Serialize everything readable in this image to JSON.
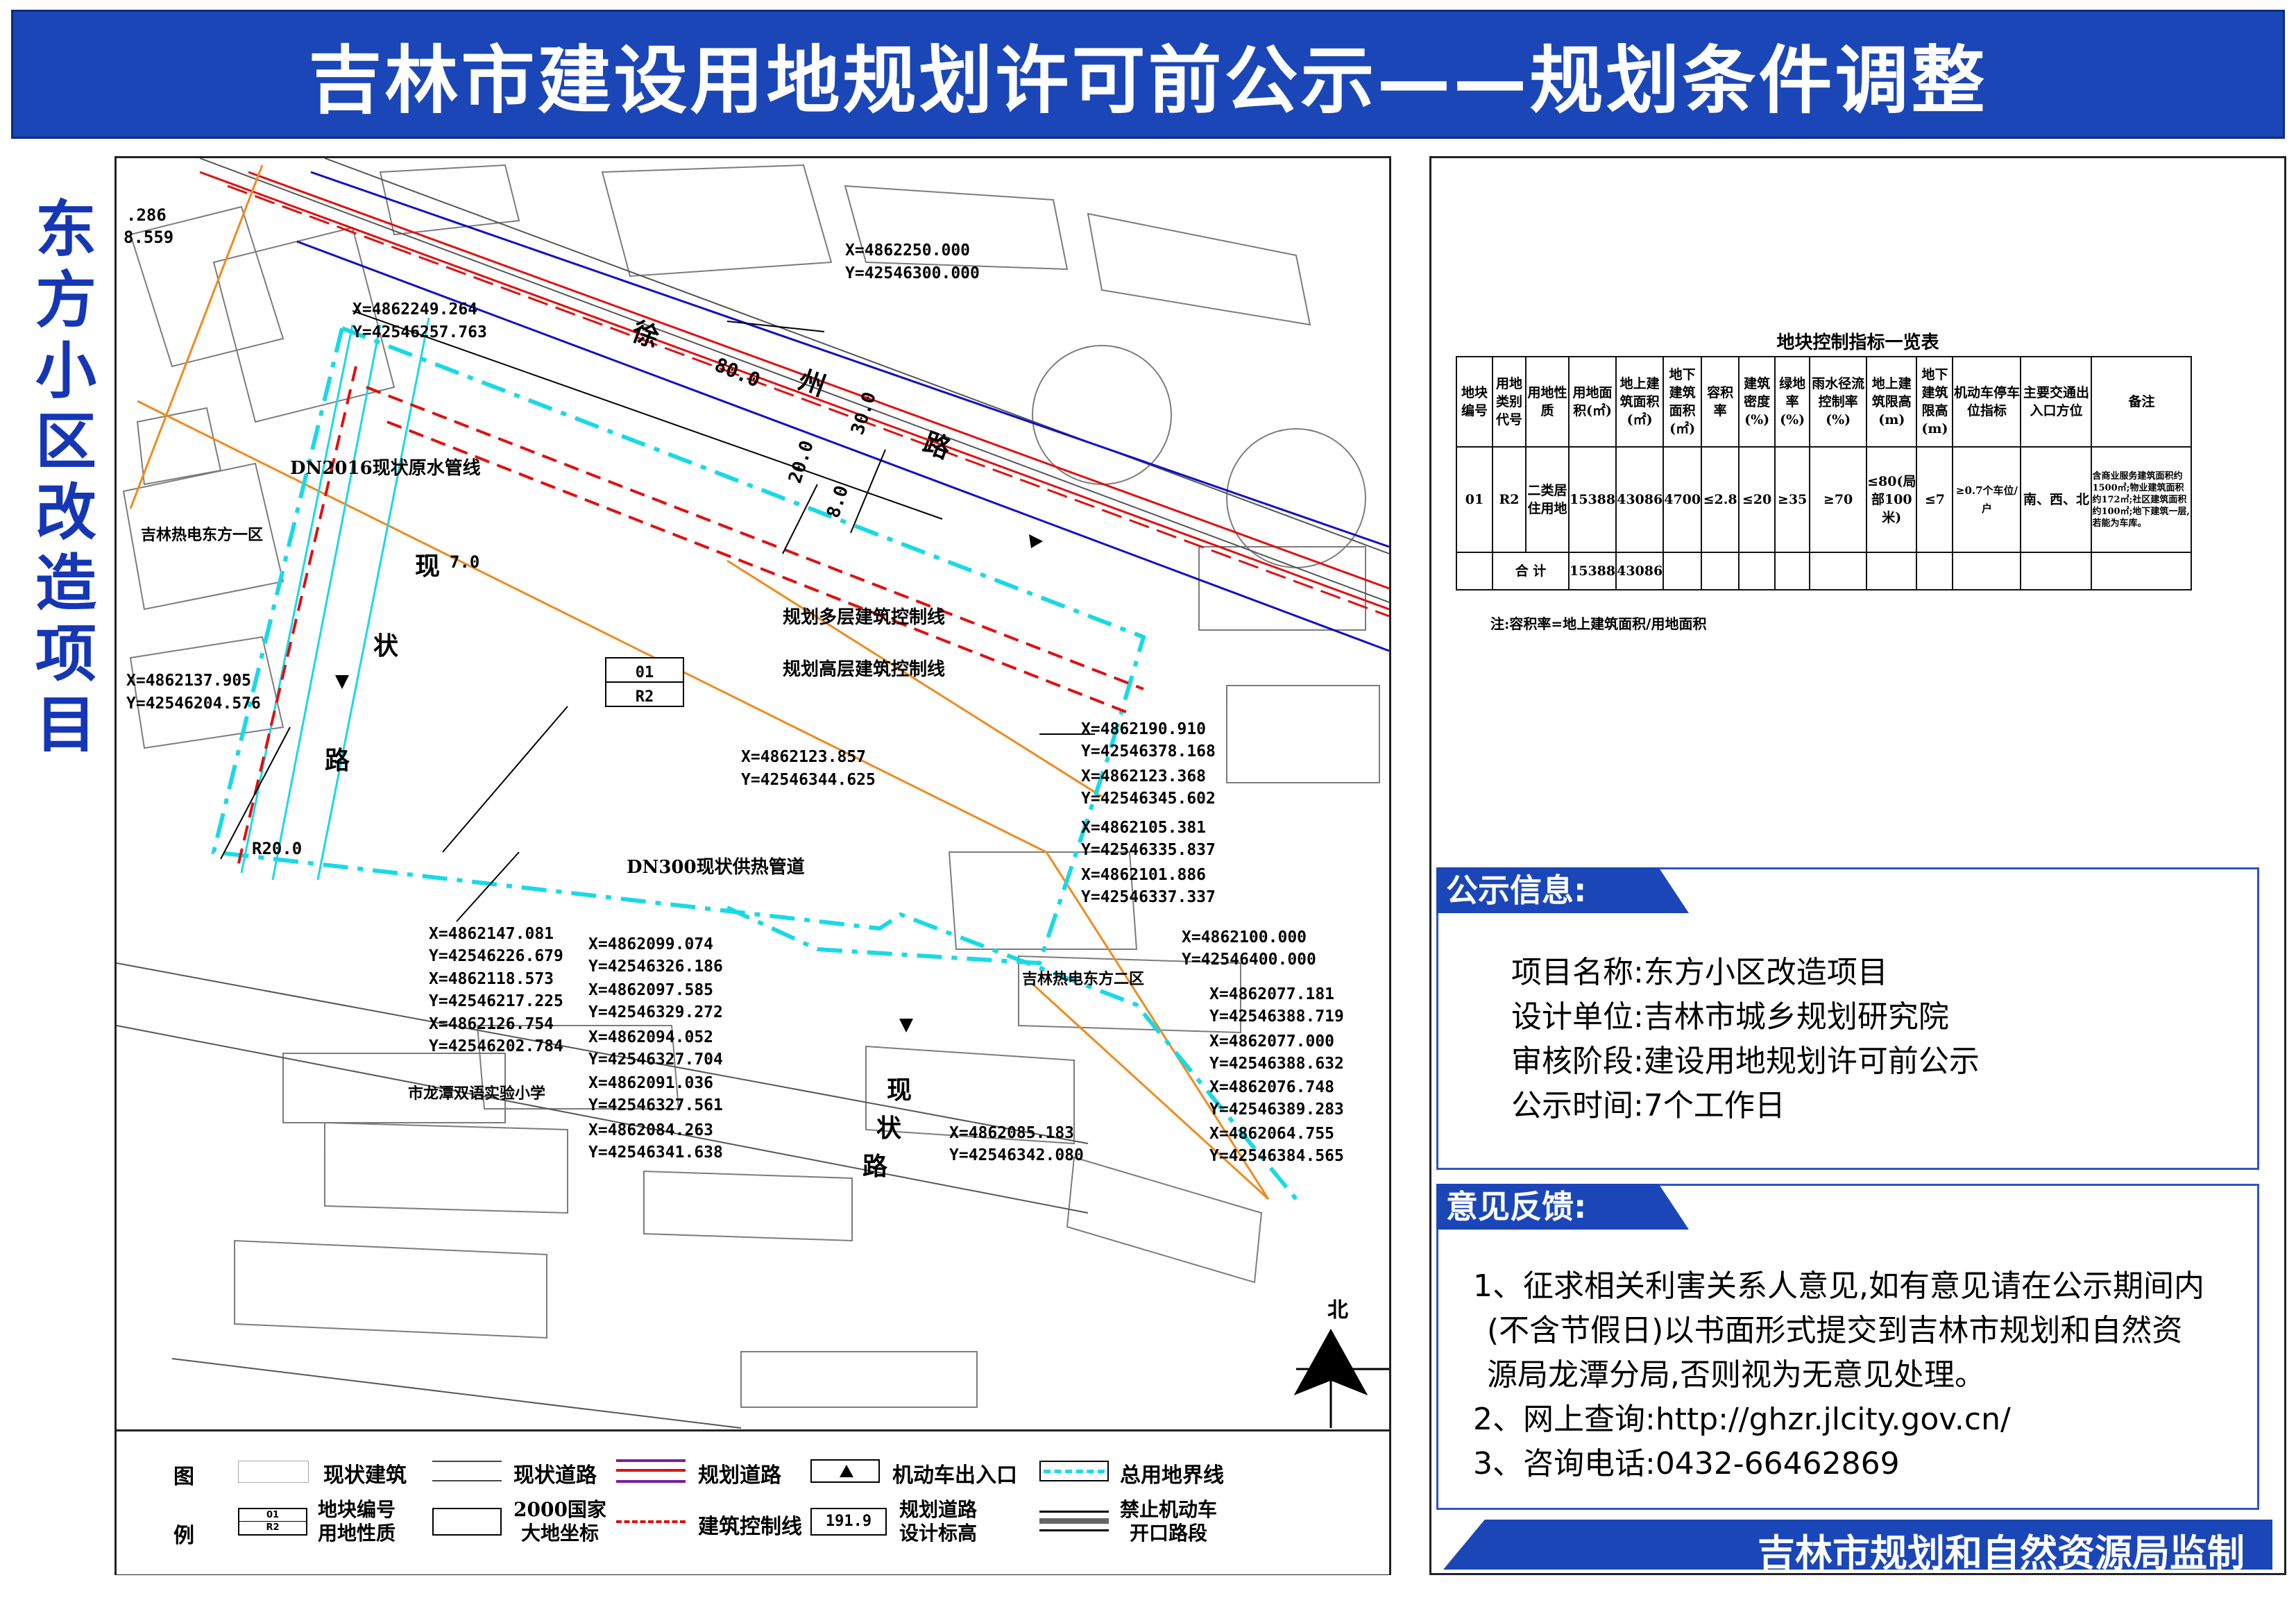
{
  "header": {
    "title": "吉林市建设用地规划许可前公示——规划条件调整"
  },
  "side_title": "东方小区改造项目",
  "map": {
    "road_xuzhou": [
      "徐",
      "州",
      "路"
    ],
    "road_width": "80.0",
    "setback_30": "30.0",
    "setback_20": "20.0",
    "setback_8": "8.0",
    "road_west": [
      "现",
      "状",
      "路"
    ],
    "road_west_width": "7.0",
    "road_south": [
      "现",
      "状",
      "路"
    ],
    "radius": "R20.0",
    "coord_top_left": [
      "X=4862249.264",
      "Y=42546257.763"
    ],
    "coord_top": [
      "X=4862250.000",
      "Y=42546300.000"
    ],
    "coord_left_mid": [
      "X=4862137.905",
      "Y=42546204.576"
    ],
    "coord_mid": [
      "X=4862123.857",
      "Y=42546344.625"
    ],
    "coord_r1": [
      "X=4862190.910",
      "Y=42546378.168"
    ],
    "coord_r2": [
      "X=4862123.368",
      "Y=42546345.602"
    ],
    "coord_r3": [
      "X=4862105.381",
      "Y=42546335.837"
    ],
    "coord_r4": [
      "X=4862101.886",
      "Y=42546337.337"
    ],
    "coord_r5": [
      "X=4862100.000",
      "Y=42546400.000"
    ],
    "coord_r6": [
      "X=4862077.181",
      "Y=42546388.719"
    ],
    "coord_r7": [
      "X=4862077.000",
      "Y=42546388.632"
    ],
    "coord_r8": [
      "X=4862076.748",
      "Y=42546389.283"
    ],
    "coord_r9": [
      "X=4862064.755",
      "Y=42546384.565"
    ],
    "coord_s1": [
      "X=4862099.074",
      "Y=42546326.186"
    ],
    "coord_s2": [
      "X=4862097.585",
      "Y=42546329.272"
    ],
    "coord_s3": [
      "X=4862094.052",
      "Y=42546327.704"
    ],
    "coord_s4": [
      "X=4862091.036",
      "Y=42546327.561"
    ],
    "coord_s5": [
      "X=4862084.263",
      "Y=42546341.638"
    ],
    "coord_s6": [
      "X=4862085.183",
      "Y=42546342.080"
    ],
    "coord_w1": [
      "X=4862147.081",
      "Y=42546226.679"
    ],
    "coord_w2": [
      "X=4862118.573",
      "Y=42546217.225"
    ],
    "coord_w3": [
      "X=4862126.754",
      "Y=42546202.784"
    ],
    "corner_cut": [
      ".286",
      "8.559"
    ],
    "label_water": "DN2016现状原水管线",
    "label_heat": "DN300现状供热管道",
    "label_multi": "规划多层建筑控制线",
    "label_high": "规划高层建筑控制线",
    "parcel_no": "01",
    "parcel_use": "R2",
    "place_east1": "吉林热电东方一区",
    "place_east2": "吉林热电东方二区",
    "place_school": "市龙潭双语实验小学",
    "north": "北"
  },
  "legend": {
    "row1_label": "图",
    "row2_label": "例",
    "items": {
      "existing_building": "现状建筑",
      "existing_road": "现状道路",
      "planned_road": "规划道路",
      "vehicle_entry": "机动车出入口",
      "boundary": "总用地界线",
      "parcel_code_1": "地块编号",
      "parcel_code_2": "用地性质",
      "geodetic_1": "2000国家",
      "geodetic_2": "大地坐标",
      "control_line": "建筑控制线",
      "elevation_1": "规划道路",
      "elevation_2": "设计标高",
      "no_opening_1": "禁止机动车",
      "no_opening_2": "开口路段",
      "sample_01": "01",
      "sample_r2": "R2",
      "sample_elev": "191.9"
    }
  },
  "control_table": {
    "title": "地块控制指标一览表",
    "headers": [
      "地块编号",
      "用地类别代号",
      "用地性质",
      "用地面积(㎡)",
      "地上建筑面积(㎡)",
      "地下建筑面积(㎡)",
      "容积率",
      "建筑密度(%)",
      "绿地率(%)",
      "雨水径流控制率(%)",
      "地上建筑限高(m)",
      "地下建筑限高(m)",
      "机动车停车位指标",
      "主要交通出入口方位",
      "备注"
    ],
    "row": [
      "01",
      "R2",
      "二类居住用地",
      "15388",
      "43086",
      "4700",
      "≤2.8",
      "≤20",
      "≥35",
      "≥70",
      "≤80(局部100米)",
      "≤7",
      "≥0.7个车位/户",
      "南、西、北",
      "含商业服务建筑面积约1500㎡;物业建筑面积约172㎡;社区建筑面积约100㎡;地下建筑一层,若能为车库。"
    ],
    "total_label": "合 计",
    "total_area": "15388",
    "total_building": "43086",
    "note": "注:容积率=地上建筑面积/用地面积"
  },
  "notice": {
    "tab": "公示信息:",
    "lines": [
      "项目名称:东方小区改造项目",
      "设计单位:吉林市城乡规划研究院",
      "审核阶段:建设用地规划许可前公示",
      "公示时间:7个工作日"
    ]
  },
  "feedback": {
    "tab": "意见反馈:",
    "lines": [
      "1、征求相关利害关系人意见,如有意见请在公示期间内",
      "(不含节假日)以书面形式提交到吉林市规划和自然资",
      "源局龙潭分局,否则视为无意见处理。",
      "2、网上查询:http://ghzr.jlcity.gov.cn/",
      "3、咨询电话:0432-66462869"
    ]
  },
  "footer": "吉林市规划和自然资源局监制",
  "colors": {
    "brand_blue": "#1a46b8",
    "boundary_cyan": "#19d9e6",
    "road_red": "#e01010",
    "road_blue": "#1010c8",
    "heat_orange": "#f08a1c"
  }
}
